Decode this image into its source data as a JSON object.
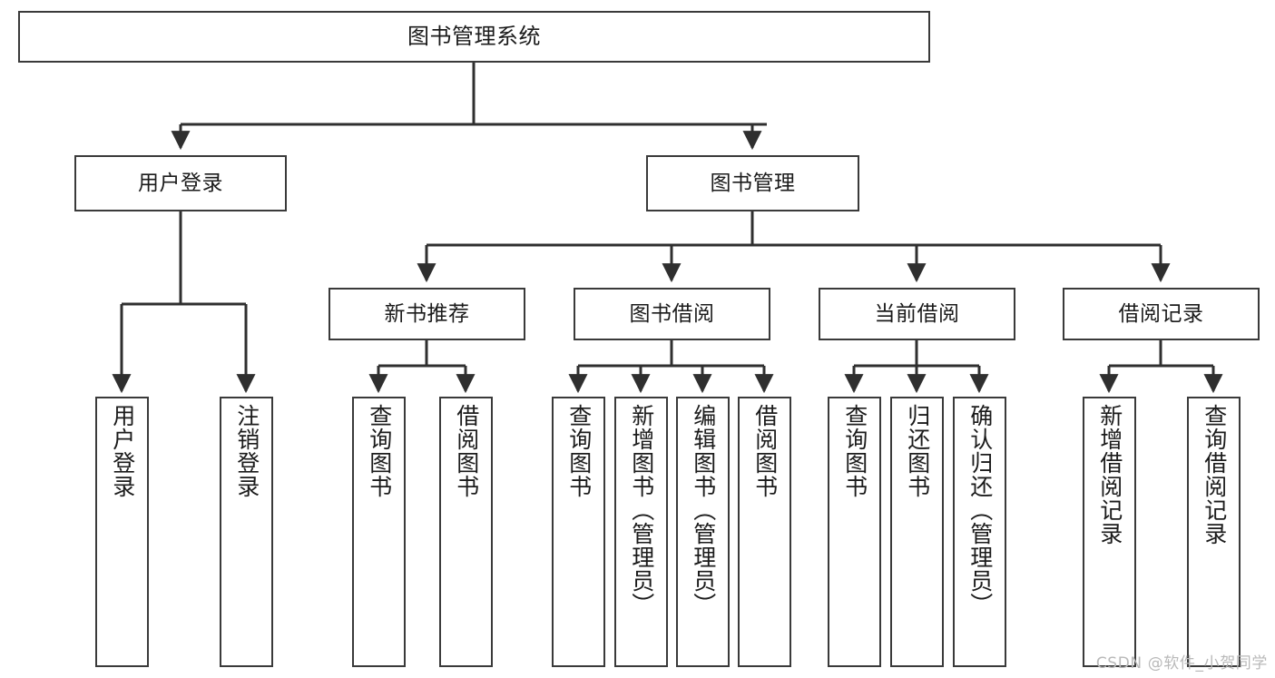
{
  "diagram": {
    "type": "tree",
    "title": "图书管理系统",
    "watermark": "CSDN @软件_小贺同学",
    "colors": {
      "box_border": "#3a3a3a",
      "box_fill": "#ffffff",
      "connector": "#2f2f2f",
      "text": "#1b1b1b",
      "watermark": "#b9b9b9"
    },
    "nodes": {
      "root": {
        "label": "图书管理系统"
      },
      "level2": [
        {
          "label": "用户登录"
        },
        {
          "label": "图书管理"
        }
      ],
      "level3": [
        {
          "label": "新书推荐"
        },
        {
          "label": "图书借阅"
        },
        {
          "label": "当前借阅"
        },
        {
          "label": "借阅记录"
        }
      ],
      "leaves": {
        "user_login": [
          {
            "label": "用户登录"
          },
          {
            "label": "注销登录"
          }
        ],
        "new_book": [
          {
            "label": "查询图书"
          },
          {
            "label": "借阅图书"
          }
        ],
        "book_borrow": [
          {
            "label": "查询图书"
          },
          {
            "label": "新增图书（管理员）"
          },
          {
            "label": "编辑图书（管理员）"
          },
          {
            "label": "借阅图书"
          }
        ],
        "current_borrow": [
          {
            "label": "查询图书"
          },
          {
            "label": "归还图书"
          },
          {
            "label": "确认归还（管理员）"
          }
        ],
        "borrow_record": [
          {
            "label": "新增借阅记录"
          },
          {
            "label": "查询借阅记录"
          }
        ]
      }
    }
  }
}
